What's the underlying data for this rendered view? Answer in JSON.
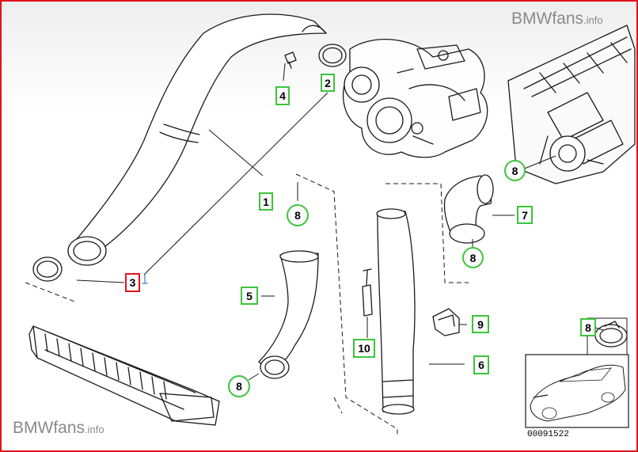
{
  "watermark_top": {
    "brand": "BMWfans",
    "suffix": ".info"
  },
  "watermark_bottom": {
    "brand": "BMWfans",
    "suffix": ".info"
  },
  "diagram_number": "00091522",
  "callouts": [
    {
      "id": "1",
      "label": "1"
    },
    {
      "id": "2",
      "label": "2"
    },
    {
      "id": "3",
      "label": "3",
      "selected": true
    },
    {
      "id": "4",
      "label": "4"
    },
    {
      "id": "5",
      "label": "5"
    },
    {
      "id": "6",
      "label": "6"
    },
    {
      "id": "7",
      "label": "7"
    },
    {
      "id": "8a",
      "label": "8"
    },
    {
      "id": "8b",
      "label": "8"
    },
    {
      "id": "8c",
      "label": "8"
    },
    {
      "id": "8d",
      "label": "8"
    },
    {
      "id": "8e",
      "label": "8"
    },
    {
      "id": "9",
      "label": "9"
    },
    {
      "id": "10",
      "label": "10"
    }
  ],
  "colors": {
    "frame": "#e0141b",
    "callout_border": "#3cc43c",
    "selected_border": "#e0141b"
  }
}
